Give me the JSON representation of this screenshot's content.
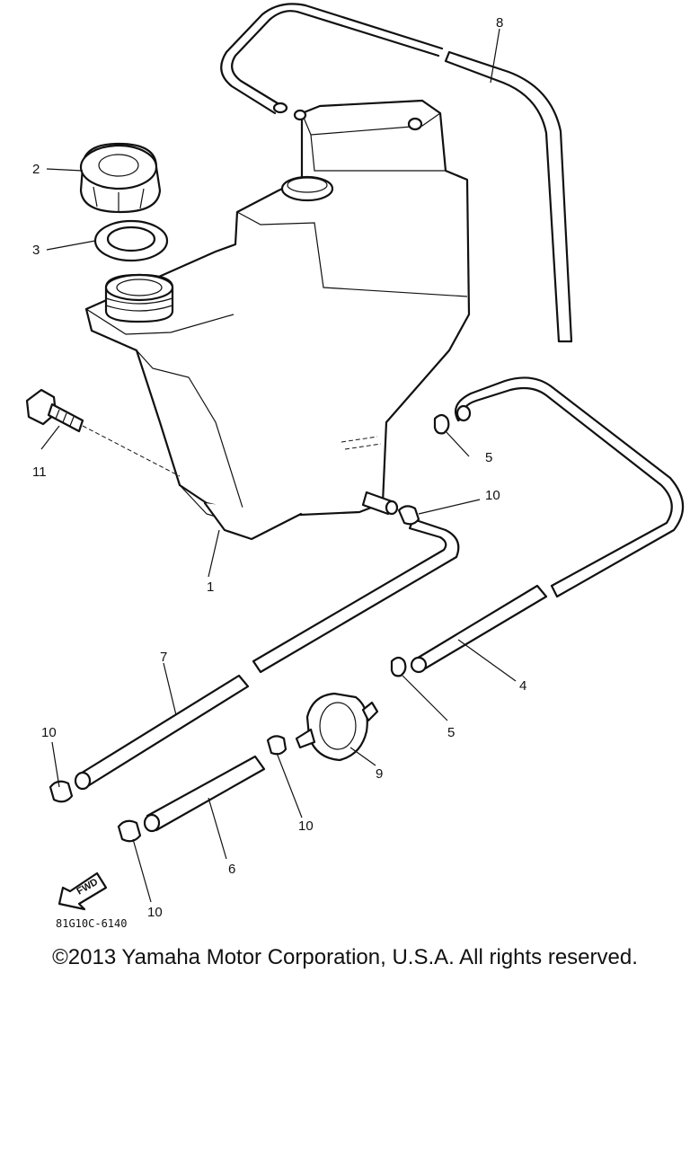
{
  "diagram": {
    "parts": [
      {
        "id": "1",
        "name": "tank"
      },
      {
        "id": "2",
        "name": "cap"
      },
      {
        "id": "3",
        "name": "gasket"
      },
      {
        "id": "4",
        "name": "hose"
      },
      {
        "id": "5",
        "name": "clip"
      },
      {
        "id": "6",
        "name": "hose"
      },
      {
        "id": "7",
        "name": "hose"
      },
      {
        "id": "8",
        "name": "hose"
      },
      {
        "id": "9",
        "name": "filter"
      },
      {
        "id": "10",
        "name": "clamp"
      },
      {
        "id": "11",
        "name": "bolt"
      }
    ],
    "labels": {
      "l1": "1",
      "l2": "2",
      "l3": "3",
      "l4": "4",
      "l5a": "5",
      "l5b": "5",
      "l6": "6",
      "l7": "7",
      "l8": "8",
      "l9": "9",
      "l10a": "10",
      "l10b": "10",
      "l10c": "10",
      "l10d": "10",
      "l11": "11"
    },
    "fwd_label": "FWD",
    "drawing_code": "81G10C-6140"
  },
  "footer": {
    "copyright": "©2013 Yamaha Motor Corporation, U.S.A. All rights reserved."
  }
}
